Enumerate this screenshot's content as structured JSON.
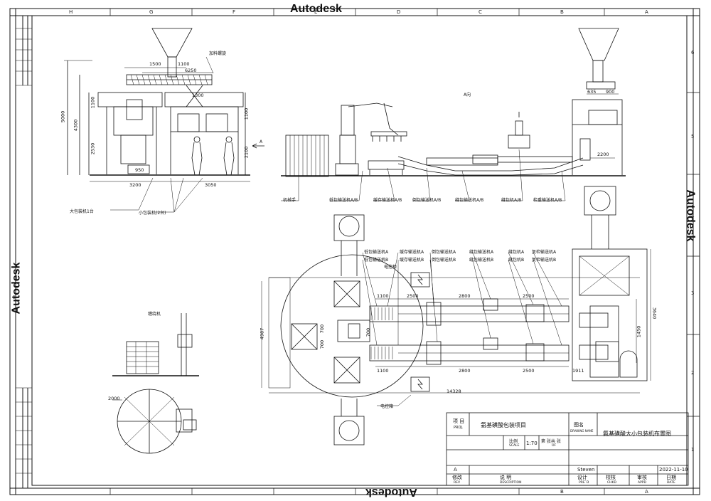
{
  "watermark": "Autodesk",
  "border": {
    "cols": [
      "H",
      "G",
      "F",
      "E",
      "D",
      "C",
      "B",
      "A"
    ],
    "rows": [
      "6",
      "5",
      "4",
      "3",
      "2",
      "1"
    ]
  },
  "elevation": {
    "dims": {
      "d1500": "1500",
      "d1100a": "1100",
      "d6250": "6250",
      "d1300": "1300",
      "d1100b": "1100",
      "d1100c": "1100",
      "d4300": "4300",
      "d5000": "5000",
      "d2530": "2530",
      "d2100": "2100",
      "d950": "950",
      "d3200": "3200",
      "d3050": "3050",
      "d635": "635",
      "d900": "900",
      "d2200": "2200"
    },
    "labels": {
      "spiral": "加料螺旋",
      "big_bagger": "大包装机1台",
      "small_bagger": "小包装机(2台)",
      "view_a": "A向",
      "arrow_a": "A",
      "robot": "机械手",
      "conv1": "低包输送机A/B",
      "conv2": "缓存输送机A/B",
      "conv3": "倒包输送机A/B",
      "conv4": "缝包输送机A/B",
      "sewer": "缝包机A/B",
      "inspect": "检重输送机A/B"
    }
  },
  "plan": {
    "labels_top": [
      "低包输送机A",
      "缓存输送机A",
      "倒包输送机A",
      "缝包输送机A",
      "缝包机A",
      "复检输送机A"
    ],
    "labels_b": [
      "低包输送机B",
      "缓存输送机B",
      "倒包输送机B",
      "缝包输送机B",
      "缝包机B",
      "复检输送机B"
    ],
    "control_room_top": "电控柜",
    "control_room": "电控箱",
    "dims": {
      "d1100a": "1100",
      "d2500a": "2500",
      "d2800a": "2800",
      "d2500b": "2500",
      "d1100b": "1100",
      "d2800b": "2800",
      "d2500c": "2500",
      "d1911": "1911",
      "d14328": "14328",
      "d4987": "4987",
      "d3640": "3640",
      "d1450": "1450",
      "d700a": "700",
      "d700b": "700",
      "d700c": "700"
    }
  },
  "detail": {
    "title": "缠绕机",
    "dim": "2000"
  },
  "title_block": {
    "project_cn": "项 目",
    "project_en": "PROJ.",
    "project_name": "氨基磺酸包装项目",
    "drawing_name_cn": "图名",
    "drawing_name_en": "DRAWING NAME",
    "drawing_title": "氨基磺酸大小包装机布置图",
    "scale_cn": "比例",
    "scale_en": "SCALE",
    "scale_value": "1:70",
    "sheet_cn": "第 张共 张",
    "sheet_en": "OF",
    "rev_mark": "A",
    "rev_cn": "修改",
    "rev_en": "REV",
    "desc_cn": "说    明",
    "desc_en": "DESCRIPTION",
    "designer": "Steven",
    "design_cn": "设计",
    "design_en": "PRE`D",
    "check_cn": "校核",
    "check_en": "CHKD",
    "approve_cn": "审核",
    "approve_en": "APPD",
    "date_value": "2022-11-10",
    "date_cn": "日期",
    "date_en": "DATE"
  }
}
